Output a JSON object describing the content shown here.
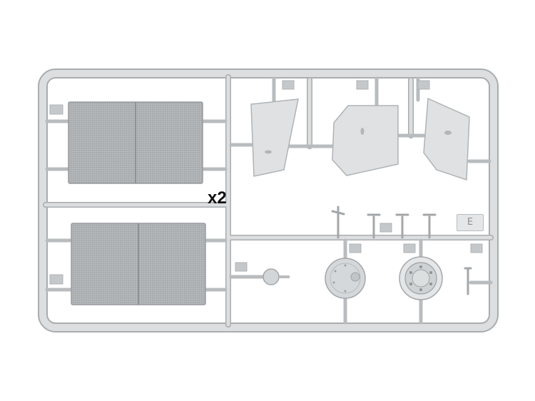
{
  "quantity_label": "x2",
  "sprue_letter": "E",
  "icons": [
    "radiator-grille-part",
    "armor-plate-part",
    "wheel-hub-part",
    "round-cover-part",
    "valve-part"
  ],
  "colors": {
    "plastic": "#d9dbdc",
    "plastic_shadow": "#a9adb0",
    "background": "#ffffff",
    "label": "#111111"
  }
}
